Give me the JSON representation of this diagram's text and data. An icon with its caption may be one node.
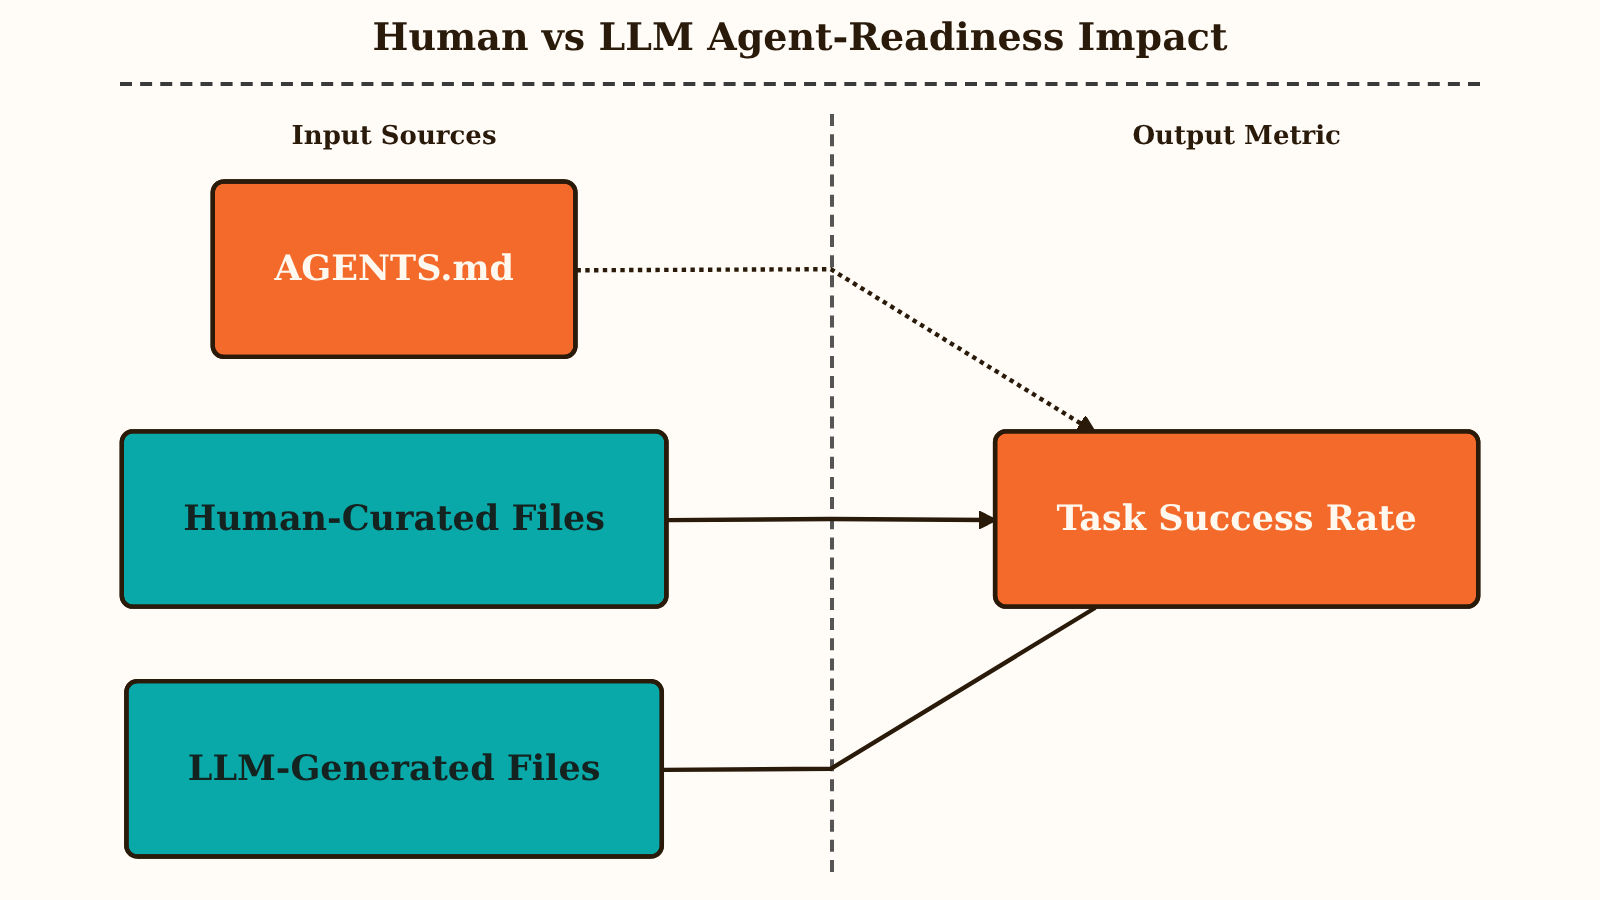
{
  "diagram": {
    "title": "Human vs LLM Agent-Readiness Impact",
    "nodes": [
      {
        "text": [
          "AGENTS.md"
        ]
      },
      {
        "text": [
          "Human-Curated Files"
        ]
      },
      {
        "text": [
          "LLM-Generated Files"
        ]
      },
      {
        "text": [
          "Task Success Rate"
        ]
      }
    ],
    "edges": [
      {
        "from": 0,
        "to": 3,
        "arrow": "to",
        "style": "dashed"
      },
      {
        "from": 1,
        "to": 3,
        "arrow": "to"
      },
      {
        "from": 2,
        "to": 3,
        "arrow": "none"
      }
    ],
    "labels": [
      "Input Sources",
      "Output Metric"
    ]
  }
}
